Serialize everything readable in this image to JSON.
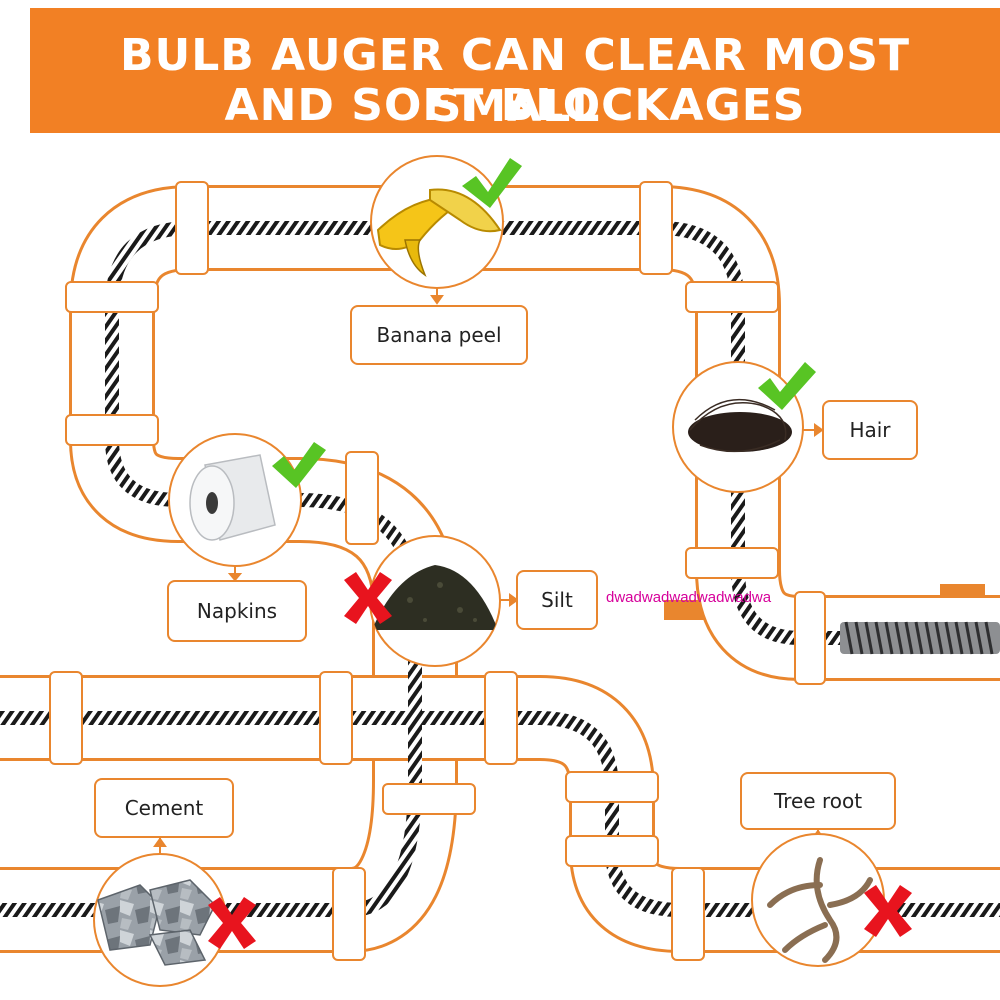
{
  "banner": {
    "line1": "BULB AUGER CAN CLEAR MOST SMALL",
    "line2": "AND SOFT BLOCKAGES"
  },
  "labels": {
    "banana": "Banana peel",
    "hair": "Hair",
    "napkins": "Napkins",
    "silt": "Silt",
    "cement": "Cement",
    "tree_root": "Tree root"
  },
  "watermark": "dwadwadwadwadwadwa",
  "colors": {
    "accent": "#f28024",
    "outline": "#e9862e",
    "check": "#58c424",
    "cross": "#e8141e"
  },
  "icons": {
    "clearable": "check-mark-icon",
    "not_clearable": "cross-mark-icon"
  }
}
